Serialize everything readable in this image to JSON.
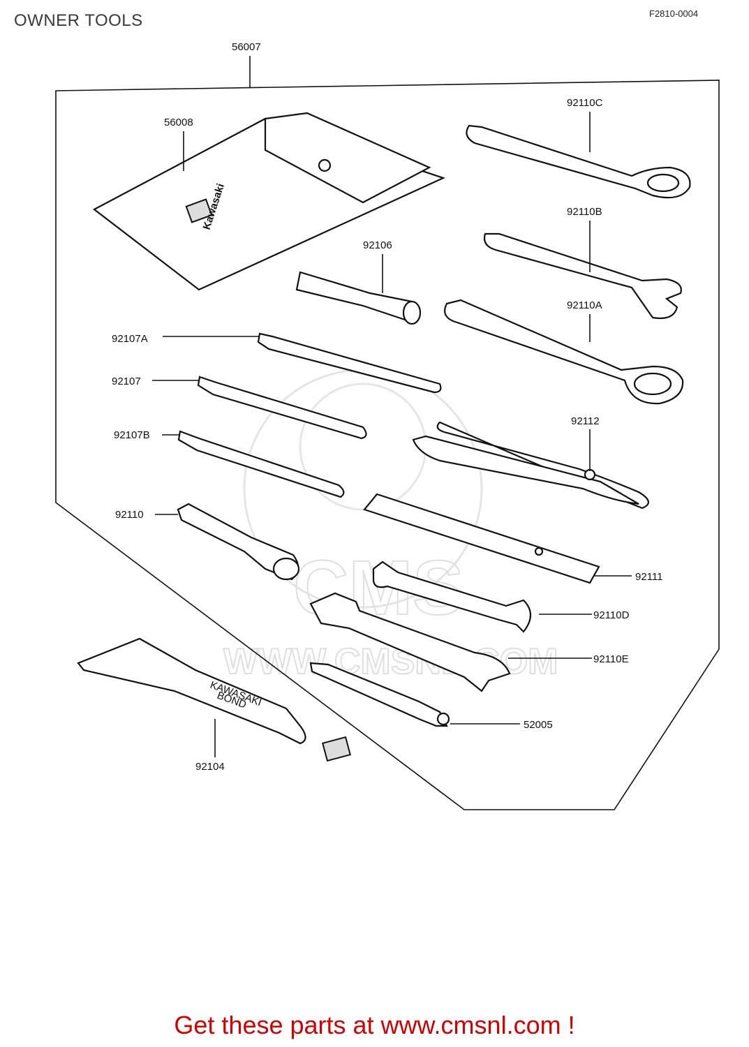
{
  "header": {
    "title": "OWNER TOOLS",
    "diagram_code": "F2810-0004"
  },
  "watermark": {
    "logo_text": "CMS",
    "url_text": "WWW.CMSNL.COM"
  },
  "pouch_brand": "Kawasaki",
  "tube_text": [
    "KAWASAKI",
    "BOND"
  ],
  "parts": {
    "p56007": "56007",
    "p56008": "56008",
    "p92110C": "92110C",
    "p92110B": "92110B",
    "p92106": "92106",
    "p92110A": "92110A",
    "p92107A": "92107A",
    "p92107": "92107",
    "p92107B": "92107B",
    "p92112": "92112",
    "p92110": "92110",
    "p92111": "92111",
    "p92110D": "92110D",
    "p92110E": "92110E",
    "p52005": "52005",
    "p92104": "92104"
  },
  "footer": {
    "link_text": "Get these parts at www.cmsnl.com !"
  }
}
